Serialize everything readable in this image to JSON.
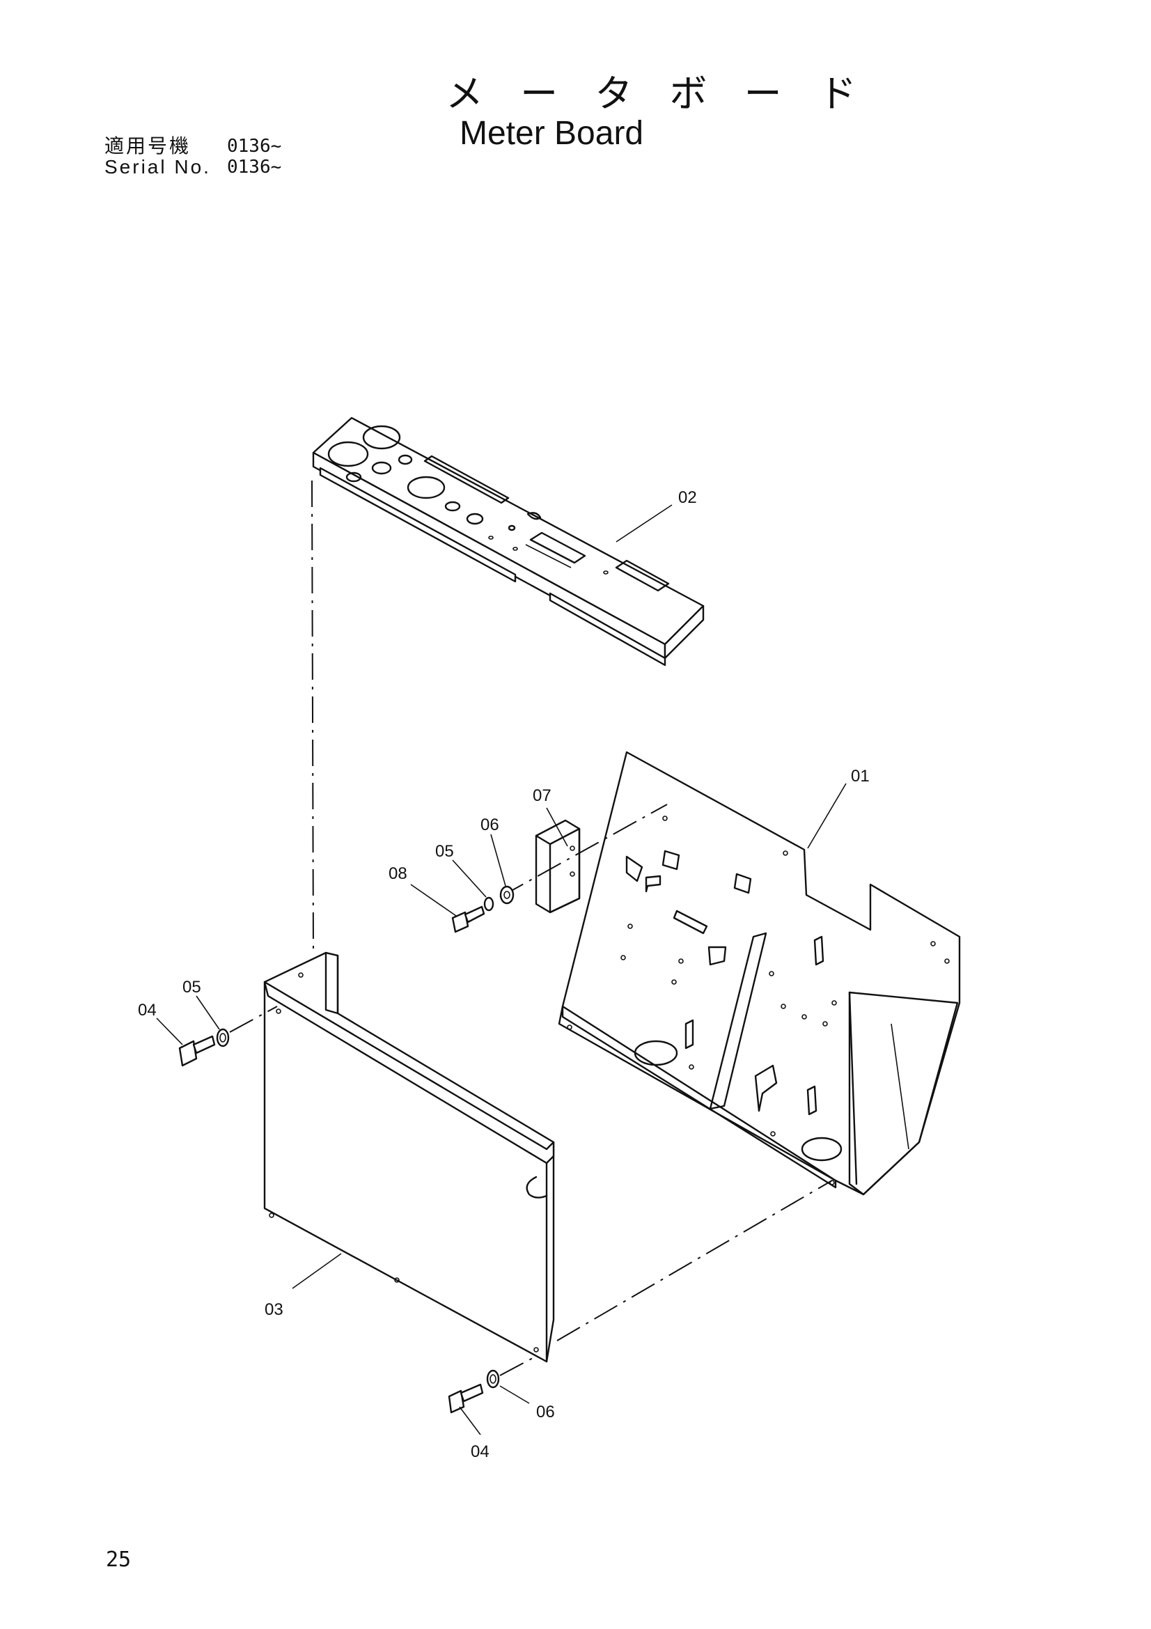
{
  "header": {
    "title_ja": "メ ー タ ボ ー ド",
    "title_en": "Meter Board",
    "serial_label_ja": "適用号機",
    "serial_value_ja": "0136~",
    "serial_label_en": "Serial No.",
    "serial_value_en": "0136~"
  },
  "callouts": {
    "c01": "01",
    "c02": "02",
    "c03": "03",
    "c04_left": "04",
    "c04_bottom": "04",
    "c05_left": "05",
    "c05_mid": "05",
    "c06_mid": "06",
    "c06_bottom": "06",
    "c07": "07",
    "c08": "08"
  },
  "footer": {
    "page_number": "25"
  }
}
